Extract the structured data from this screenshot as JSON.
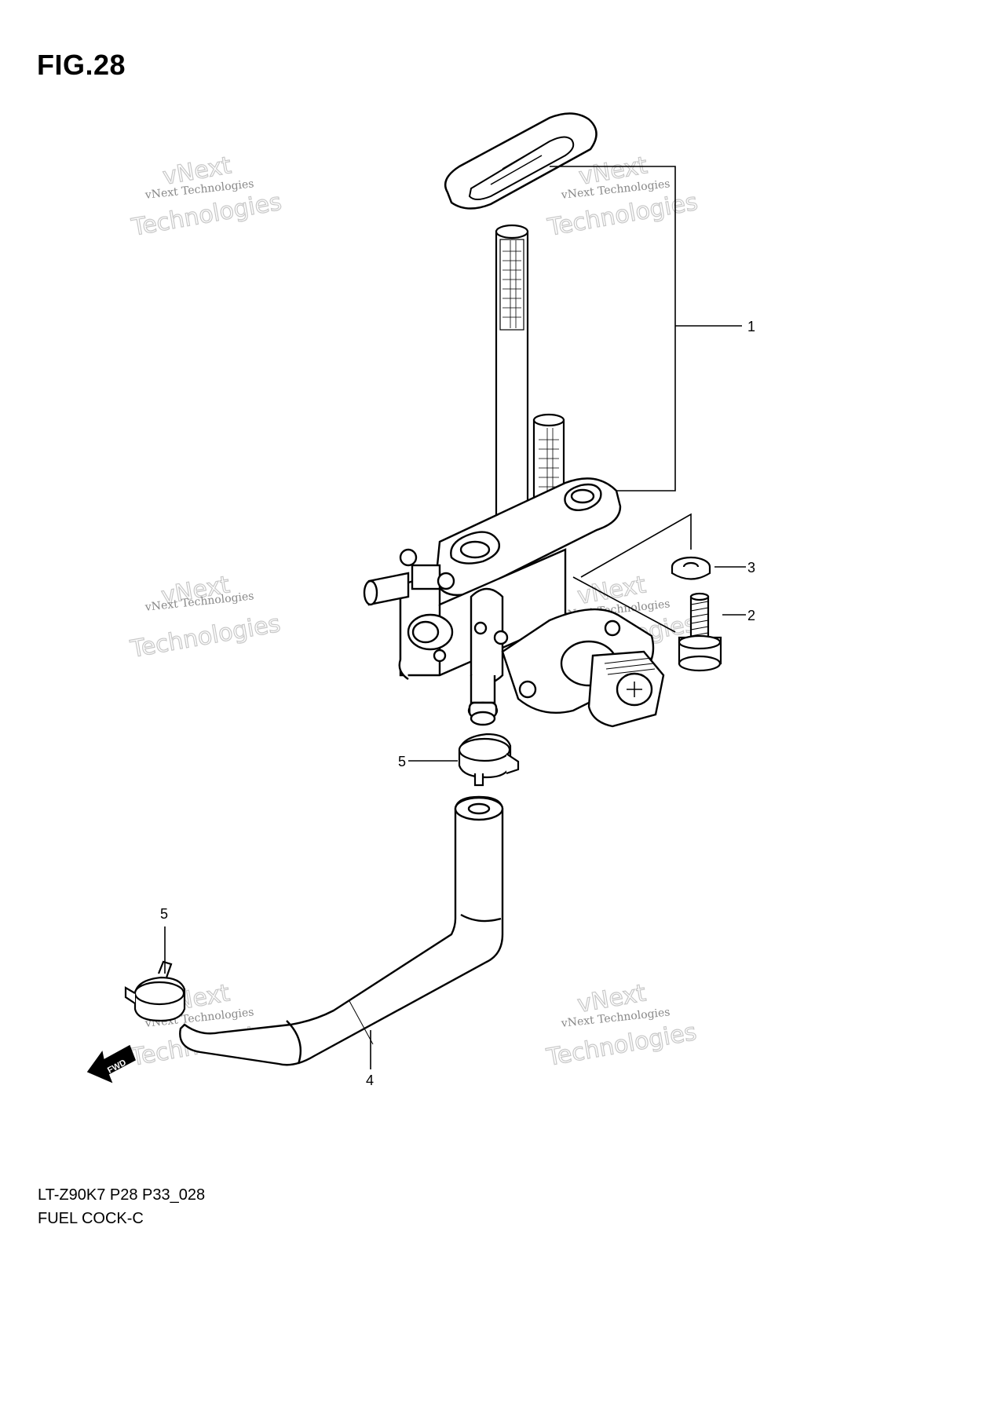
{
  "figure": {
    "title": "FIG.28",
    "model_code": "LT-Z90K7 P28 P33_028",
    "assembly_name": "FUEL COCK-C"
  },
  "callouts": {
    "c1": "1",
    "c2": "2",
    "c3": "3",
    "c4": "4",
    "c5a": "5",
    "c5b": "5"
  },
  "direction_marker": {
    "label": "FWD"
  },
  "watermark": {
    "line_small": "vNext Technologies",
    "line_large": "Technologies",
    "line_arc": "vNext"
  }
}
